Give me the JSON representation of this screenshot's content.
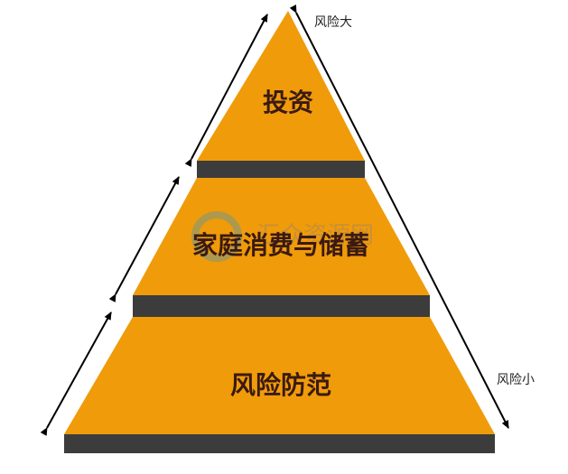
{
  "diagram": {
    "type": "pyramid",
    "colors": {
      "tier_fill": "#F09B0A",
      "tier_band": "#3C3C3C",
      "arrow": "#000000",
      "label": "#3A1A12"
    },
    "tiers": [
      {
        "label": "投资",
        "level": "top"
      },
      {
        "label": "家庭消费与储蓄",
        "level": "middle"
      },
      {
        "label": "风险防范",
        "level": "bottom"
      }
    ],
    "side_labels": {
      "top_right": "风险大",
      "bottom_right": "风险小"
    },
    "watermark": "汇众资源网"
  }
}
